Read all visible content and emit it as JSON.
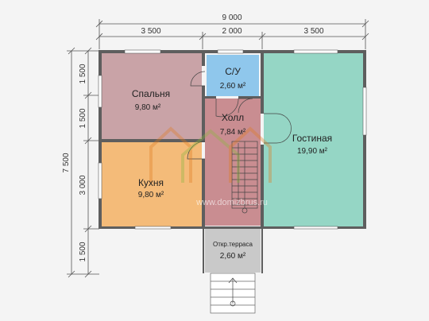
{
  "dimensions": {
    "total_width": "9 000",
    "width_left": "3 500",
    "width_mid": "2 000",
    "width_right": "3 500",
    "total_height": "7 500",
    "height_1": "1 500",
    "height_2": "1 500",
    "height_3": "3 000",
    "height_4": "1 500"
  },
  "rooms": {
    "bedroom": {
      "name": "Спальня",
      "area": "9,80 м²"
    },
    "bathroom": {
      "name": "С/У",
      "area": "2,60 м²"
    },
    "hall": {
      "name": "Холл",
      "area": "7,84 м²"
    },
    "living": {
      "name": "Гостиная",
      "area": "19,90 м²"
    },
    "kitchen": {
      "name": "Кухня",
      "area": "9,80 м²"
    },
    "terrace": {
      "name": "Откр.терраса",
      "area": "2,60 м²"
    }
  },
  "watermark": "www.domizbrus.ru",
  "colors": {
    "bedroom": "#c9a3a7",
    "bathroom": "#8fc7ec",
    "hall": "#c98d91",
    "living": "#95d6c5",
    "kitchen": "#f4bb79",
    "terrace": "#c9c9c9",
    "wall": "#5e5e5e"
  }
}
